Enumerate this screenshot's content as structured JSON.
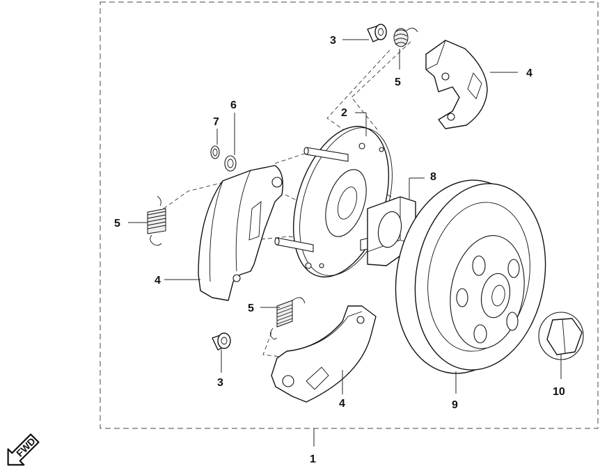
{
  "callouts": {
    "c1": "1",
    "c2": "2",
    "c3_top": "3",
    "c3_bottom": "3",
    "c4_top": "4",
    "c4_left": "4",
    "c4_bottom": "4",
    "c5_top": "5",
    "c5_left": "5",
    "c5_bottom": "5",
    "c6": "6",
    "c7": "7",
    "c8": "8",
    "c9": "9",
    "c10": "10"
  },
  "fwd_badge": {
    "label": "FWD",
    "icon": "fwd-arrow-icon"
  }
}
